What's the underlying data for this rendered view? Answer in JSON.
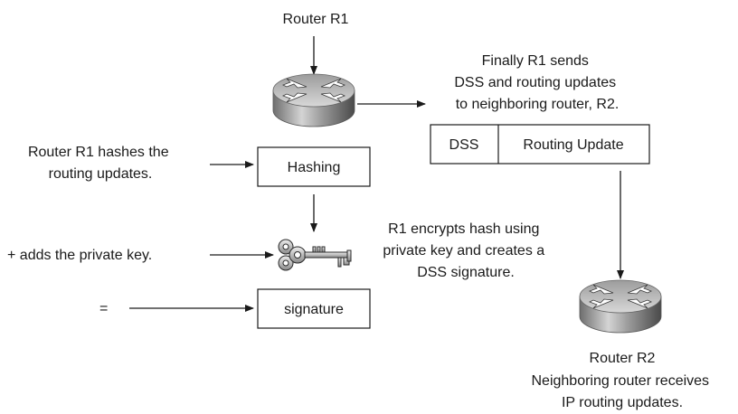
{
  "router_r1": {
    "label": "Router R1"
  },
  "steps": {
    "hash_text": [
      "Router R1 hashes the",
      "routing updates."
    ],
    "hashing_box": "Hashing",
    "key_text": "+ adds the private key.",
    "equals": "=",
    "signature_box": "signature"
  },
  "send": {
    "text": [
      "Finally R1 sends",
      "DSS and routing updates",
      "to neighboring router, R2."
    ],
    "packet_dss": "DSS",
    "packet_update": "Routing Update"
  },
  "encrypt": {
    "text": [
      "R1 encrypts hash using",
      "private key and creates a",
      "DSS signature."
    ]
  },
  "router_r2": {
    "label": "Router R2",
    "desc": [
      "Neighboring router receives",
      "IP routing updates."
    ]
  }
}
